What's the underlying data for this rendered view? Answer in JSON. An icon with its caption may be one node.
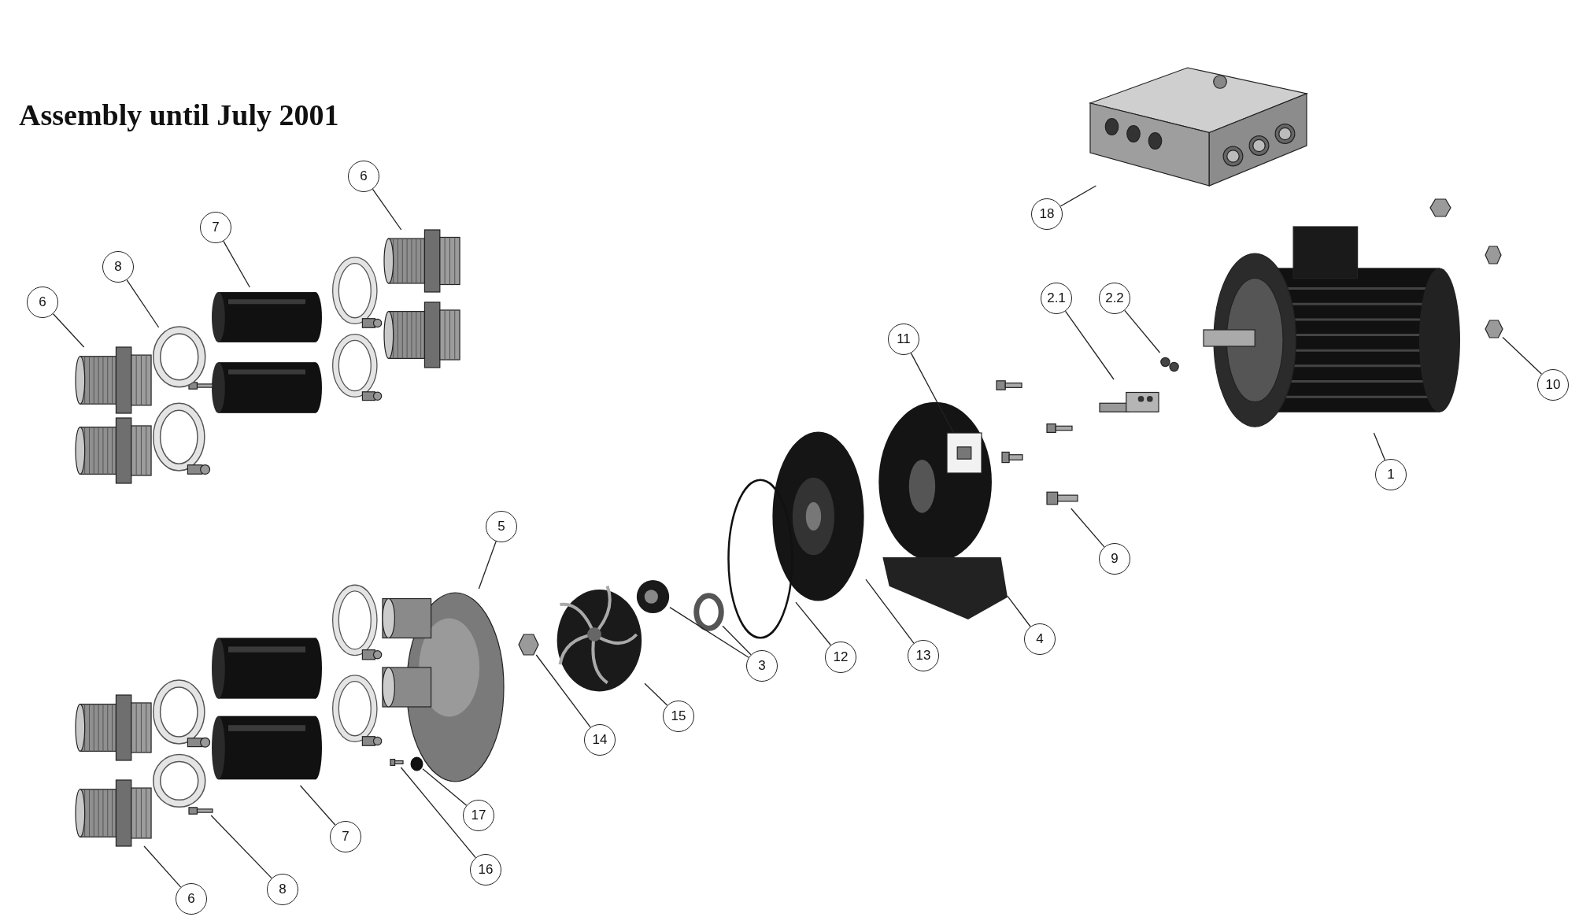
{
  "diagram": {
    "title": "Assembly until July 2001",
    "nodes": [
      {
        "text": [
          "18"
        ]
      },
      {
        "text": [
          "6"
        ]
      },
      {
        "text": [
          "7"
        ]
      },
      {
        "text": [
          "8"
        ]
      },
      {
        "text": [
          "6"
        ]
      },
      {
        "text": [
          "2.1"
        ]
      },
      {
        "text": [
          "2.2"
        ]
      },
      {
        "text": [
          "11"
        ]
      },
      {
        "text": [
          "10"
        ]
      },
      {
        "text": [
          "1"
        ]
      },
      {
        "text": [
          "5"
        ]
      },
      {
        "text": [
          "9"
        ]
      },
      {
        "text": [
          "4"
        ]
      },
      {
        "text": [
          "13"
        ]
      },
      {
        "text": [
          "12"
        ]
      },
      {
        "text": [
          "3"
        ]
      },
      {
        "text": [
          "15"
        ]
      },
      {
        "text": [
          "14"
        ]
      },
      {
        "text": [
          "17"
        ]
      },
      {
        "text": [
          "7"
        ]
      },
      {
        "text": [
          "16"
        ]
      },
      {
        "text": [
          "8"
        ]
      },
      {
        "text": [
          "6"
        ]
      },
      {
        "text": [],
        "shape": "picture"
      },
      {
        "text": [],
        "shape": "picture"
      },
      {
        "text": [],
        "shape": "picture"
      },
      {
        "text": [],
        "shape": "circle"
      },
      {
        "text": [],
        "shape": "picture"
      },
      {
        "text": [],
        "shape": "picture"
      },
      {
        "text": [],
        "shape": "picture"
      },
      {
        "text": [],
        "shape": "picture"
      },
      {
        "text": [],
        "shape": "picture",
        "in": 30
      },
      {
        "text": [],
        "shape": "picture"
      },
      {
        "text": [],
        "shape": "picture"
      },
      {
        "text": [],
        "shape": "picture"
      },
      {
        "text": [],
        "shape": "picture"
      },
      {
        "text": [],
        "shape": "picture"
      },
      {
        "text": [],
        "shape": "circle"
      },
      {
        "text": [],
        "shape": "circle"
      },
      {
        "text": [],
        "shape": "picture"
      },
      {
        "text": [],
        "shape": "picture"
      },
      {
        "text": [],
        "shape": "picture"
      },
      {
        "text": [],
        "shape": "circle"
      },
      {
        "text": [],
        "shape": "picture"
      },
      {
        "text": [],
        "shape": "picture"
      },
      {
        "text": [],
        "shape": "circle"
      },
      {
        "text": [],
        "shape": "picture"
      }
    ],
    "edges": [
      {
        "from": 0,
        "to": 23,
        "arrow": "none"
      },
      {
        "from": 1,
        "to": 24,
        "arrow": "none"
      },
      {
        "from": 2,
        "to": 25,
        "arrow": "none"
      },
      {
        "from": 3,
        "to": 26,
        "arrow": "none"
      },
      {
        "from": 4,
        "to": 27,
        "arrow": "none"
      },
      {
        "from": 5,
        "to": 28,
        "arrow": "none"
      },
      {
        "from": 6,
        "to": 29,
        "arrow": "none"
      },
      {
        "from": 7,
        "to": 31,
        "arrow": "none"
      },
      {
        "from": 8,
        "to": 32,
        "arrow": "none"
      },
      {
        "from": 9,
        "to": 33,
        "arrow": "none"
      },
      {
        "from": 10,
        "to": 34,
        "arrow": "none"
      },
      {
        "from": 11,
        "to": 35,
        "arrow": "none"
      },
      {
        "from": 12,
        "to": 30,
        "arrow": "none"
      },
      {
        "from": 13,
        "to": 36,
        "arrow": "none"
      },
      {
        "from": 14,
        "to": 37,
        "arrow": "none"
      },
      {
        "from": 15,
        "to": 38,
        "arrow": "none"
      },
      {
        "from": 15,
        "to": 39,
        "arrow": "none"
      },
      {
        "from": 16,
        "to": 40,
        "arrow": "none"
      },
      {
        "from": 17,
        "to": 41,
        "arrow": "none"
      },
      {
        "from": 18,
        "to": 42,
        "arrow": "none"
      },
      {
        "from": 19,
        "to": 43,
        "arrow": "none"
      },
      {
        "from": 20,
        "to": 44,
        "arrow": "none"
      },
      {
        "from": 21,
        "to": 45,
        "arrow": "none"
      },
      {
        "from": 22,
        "to": 46,
        "arrow": "none"
      }
    ]
  }
}
